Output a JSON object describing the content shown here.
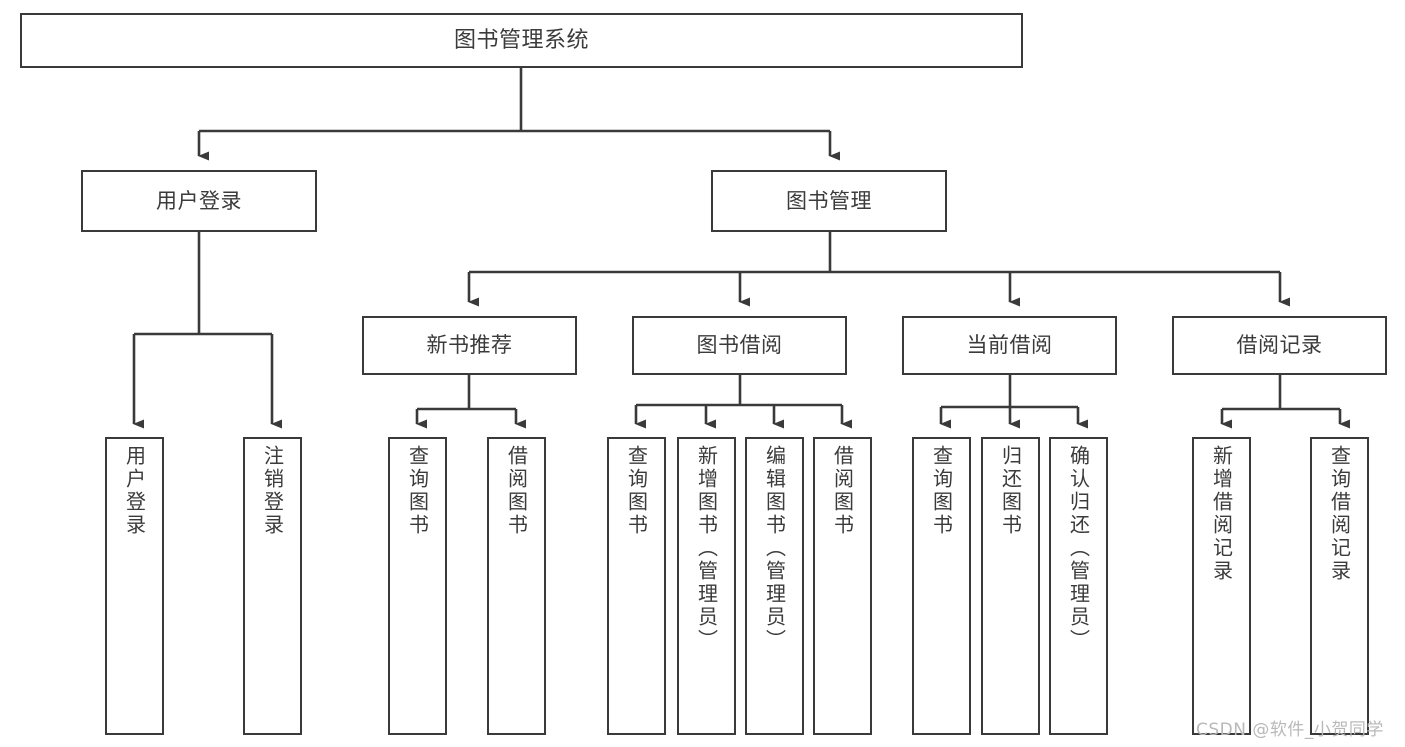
{
  "diagram": {
    "type": "tree-hierarchy",
    "title": "图书管理系统",
    "root": {
      "id": "root",
      "label": "图书管理系统"
    },
    "level2": [
      {
        "id": "user-login",
        "label": "用户登录"
      },
      {
        "id": "book-manage",
        "label": "图书管理"
      }
    ],
    "level3": [
      {
        "id": "new-book-rec",
        "label": "新书推荐",
        "parent": "book-manage"
      },
      {
        "id": "book-borrow",
        "label": "图书借阅",
        "parent": "book-manage"
      },
      {
        "id": "current-borrow",
        "label": "当前借阅",
        "parent": "book-manage"
      },
      {
        "id": "borrow-record",
        "label": "借阅记录",
        "parent": "book-manage"
      }
    ],
    "leaves": [
      {
        "id": "leaf-user-login",
        "label": "用户登录",
        "parent": "user-login"
      },
      {
        "id": "leaf-user-logout",
        "label": "注销登录",
        "parent": "user-login"
      },
      {
        "id": "leaf-query-book-1",
        "label": "查询图书",
        "parent": "new-book-rec"
      },
      {
        "id": "leaf-borrow-book-1",
        "label": "借阅图书",
        "parent": "new-book-rec"
      },
      {
        "id": "leaf-query-book-2",
        "label": "查询图书",
        "parent": "book-borrow"
      },
      {
        "id": "leaf-add-book",
        "label": "新增图书（管理员）",
        "parent": "book-borrow"
      },
      {
        "id": "leaf-edit-book",
        "label": "编辑图书（管理员）",
        "parent": "book-borrow"
      },
      {
        "id": "leaf-borrow-book-2",
        "label": "借阅图书",
        "parent": "book-borrow"
      },
      {
        "id": "leaf-query-book-3",
        "label": "查询图书",
        "parent": "current-borrow"
      },
      {
        "id": "leaf-return-book",
        "label": "归还图书",
        "parent": "current-borrow"
      },
      {
        "id": "leaf-confirm-return",
        "label": "确认归还（管理员）",
        "parent": "current-borrow"
      },
      {
        "id": "leaf-add-record",
        "label": "新增借阅记录",
        "parent": "borrow-record"
      },
      {
        "id": "leaf-query-record",
        "label": "查询借阅记录",
        "parent": "borrow-record"
      }
    ],
    "colors": {
      "box_border": "#3a3a3a",
      "box_fill": "#ffffff",
      "connector": "#3a3a3a",
      "text": "#3b3b3b",
      "watermark": "#b9b9b9",
      "background": "#ffffff"
    }
  },
  "watermark": {
    "text": "CSDN @软件_小贺同学"
  }
}
